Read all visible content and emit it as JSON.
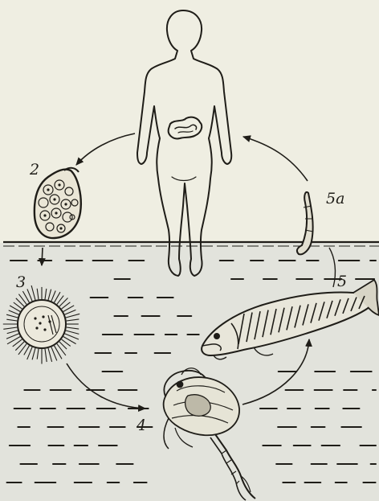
{
  "colors": {
    "paper": "#efeee2",
    "water": "#e2e3dc",
    "ink": "#1f1d18"
  },
  "labels": {
    "egg": "2",
    "coracidium": "3",
    "copepod": "4",
    "fish": "5",
    "plerocercoid": "5a"
  }
}
